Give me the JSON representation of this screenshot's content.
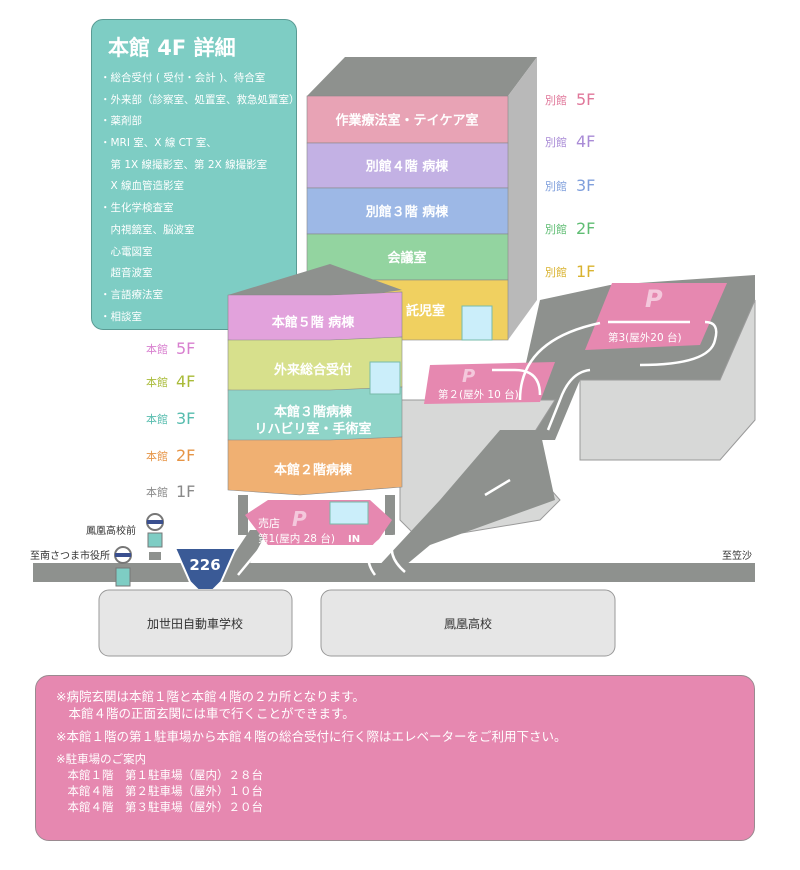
{
  "info_panel": {
    "title": "本館 4F 詳細",
    "items": [
      "・総合受付 ( 受付・会計 )、待合室",
      "・外来部（診察室、処置室、救急処置室）",
      "・薬剤部",
      "・MRI 室、X 線 CT 室、",
      "　第 1X 線撮影室、第 2X 線撮影室",
      "　X 線血管造影室",
      "・生化学検査室",
      "　内視鏡室、脳波室",
      "　心電図室",
      "　超音波室",
      "・言語療法室",
      "・相談室"
    ]
  },
  "annex": {
    "floors": [
      {
        "room": "作業療法室・テイケア室",
        "label": "別館",
        "floor": "5F",
        "color": "#e8a3b5",
        "label_color": "#e0779a"
      },
      {
        "room": "別館４階 病棟",
        "label": "別館",
        "floor": "4F",
        "color": "#c3b1e4",
        "label_color": "#a98bd6"
      },
      {
        "room": "別館３階 病棟",
        "label": "別館",
        "floor": "3F",
        "color": "#9db8e6",
        "label_color": "#7f9fdc"
      },
      {
        "room": "会議室",
        "label": "別館",
        "floor": "2F",
        "color": "#93d4a0",
        "label_color": "#5fbd73"
      },
      {
        "room": "託児室",
        "label": "別館",
        "floor": "1F",
        "color": "#f0d060",
        "label_color": "#d9b330"
      }
    ]
  },
  "main": {
    "floors": [
      {
        "room": "本館５階 病棟",
        "label": "本館",
        "floor": "5F",
        "color": "#e2a2dc",
        "label_color": "#d87fcf"
      },
      {
        "room": "外来総合受付",
        "label": "本館",
        "floor": "4F",
        "color": "#d7e08c",
        "label_color": "#a9bb38"
      },
      {
        "room": "本館３階病棟",
        "room2": "リハビリ室・手術室",
        "label": "本館",
        "floor": "3F",
        "color": "#8fd4c8",
        "label_color": "#56bcae"
      },
      {
        "room": "本館２階病棟",
        "label": "本館",
        "floor": "2F",
        "color": "#f0b072",
        "label_color": "#e69445"
      },
      {
        "label": "本館",
        "floor": "1F",
        "label_color": "#8a8a8a"
      }
    ]
  },
  "map": {
    "front_entrance": "正面玄関",
    "in_label": "IN",
    "parking_symbol": "P",
    "shop": "売店",
    "parking1": "第1(屋内 28 台)",
    "parking2": "第２(屋外 10 台)",
    "parking3": "第3(屋外20 台)",
    "bus_stop1": "鳳凰高校前",
    "bus_stop2": "至南さつま市役所",
    "to_kasasa": "至笠沙",
    "route": "226",
    "school1": "加世田自動車学校",
    "school2": "鳳凰高校"
  },
  "notes": {
    "line1": "※病院玄関は本館１階と本館４階の２カ所となります。",
    "line2": "　本館４階の正面玄関には車で行くことができます。",
    "line3": "※本館１階の第１駐車場から本館４階の総合受付に行く際はエレベーターをご利用下さい。",
    "parking_title": "※駐車場のご案内",
    "parking_lines": [
      "　本館１階　第１駐車場（屋内）２８台",
      "　本館４階　第２駐車場（屋外）１０台",
      "　本館４階　第３駐車場（屋外）２０台"
    ]
  }
}
